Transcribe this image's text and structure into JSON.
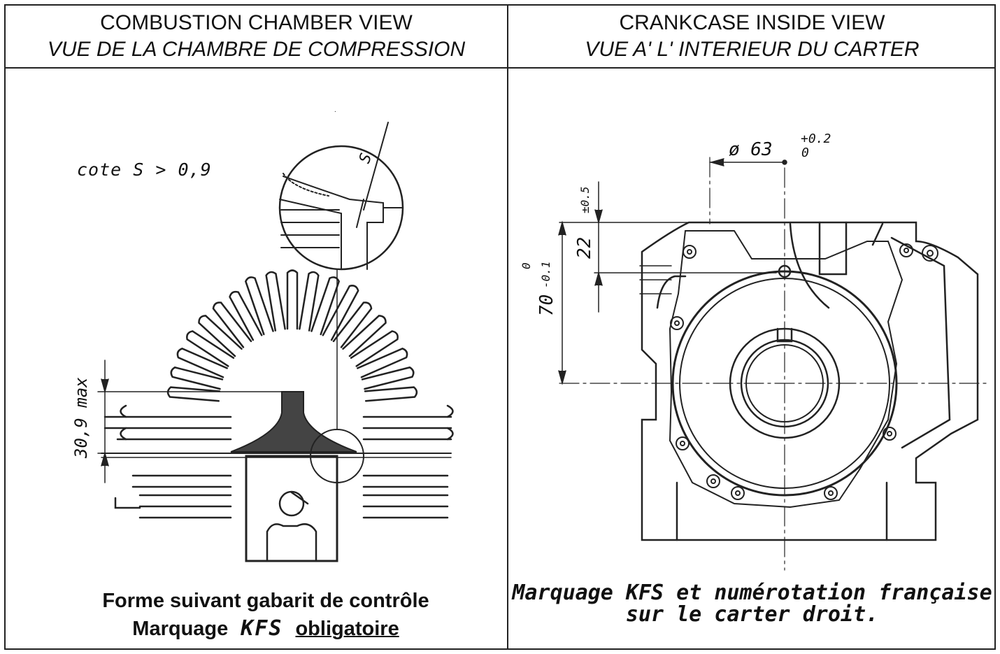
{
  "left_panel": {
    "title": "COMBUSTION CHAMBER VIEW",
    "subtitle": "VUE DE LA CHAMBRE DE COMPRESSION",
    "note_cote": "cote S > 0,9",
    "detail_label": "S",
    "dimension_label": "30,9 max",
    "caption_line1": "Forme suivant gabarit de contrôle",
    "caption_line2_prefix": "Marquage",
    "caption_line2_mark": "KFS",
    "caption_line2_suffix": "obligatoire"
  },
  "right_panel": {
    "title": "CRANKCASE INSIDE VIEW",
    "subtitle": "VUE A' L' INTERIEUR DU CARTER",
    "bore_dimension": "ø 63",
    "bore_tol_upper": "+0.2",
    "bore_tol_lower": "0",
    "dim_22": "22",
    "dim_22_tol": "±0.5",
    "dim_70": "70",
    "dim_70_tol_upper": "0",
    "dim_70_tol_lower": "-0.1",
    "caption_line1": "Marquage KFS et numérotation française",
    "caption_line2": "sur le carter droit."
  },
  "colors": {
    "line": "#222222",
    "hatch": "#555555",
    "background": "#ffffff"
  }
}
